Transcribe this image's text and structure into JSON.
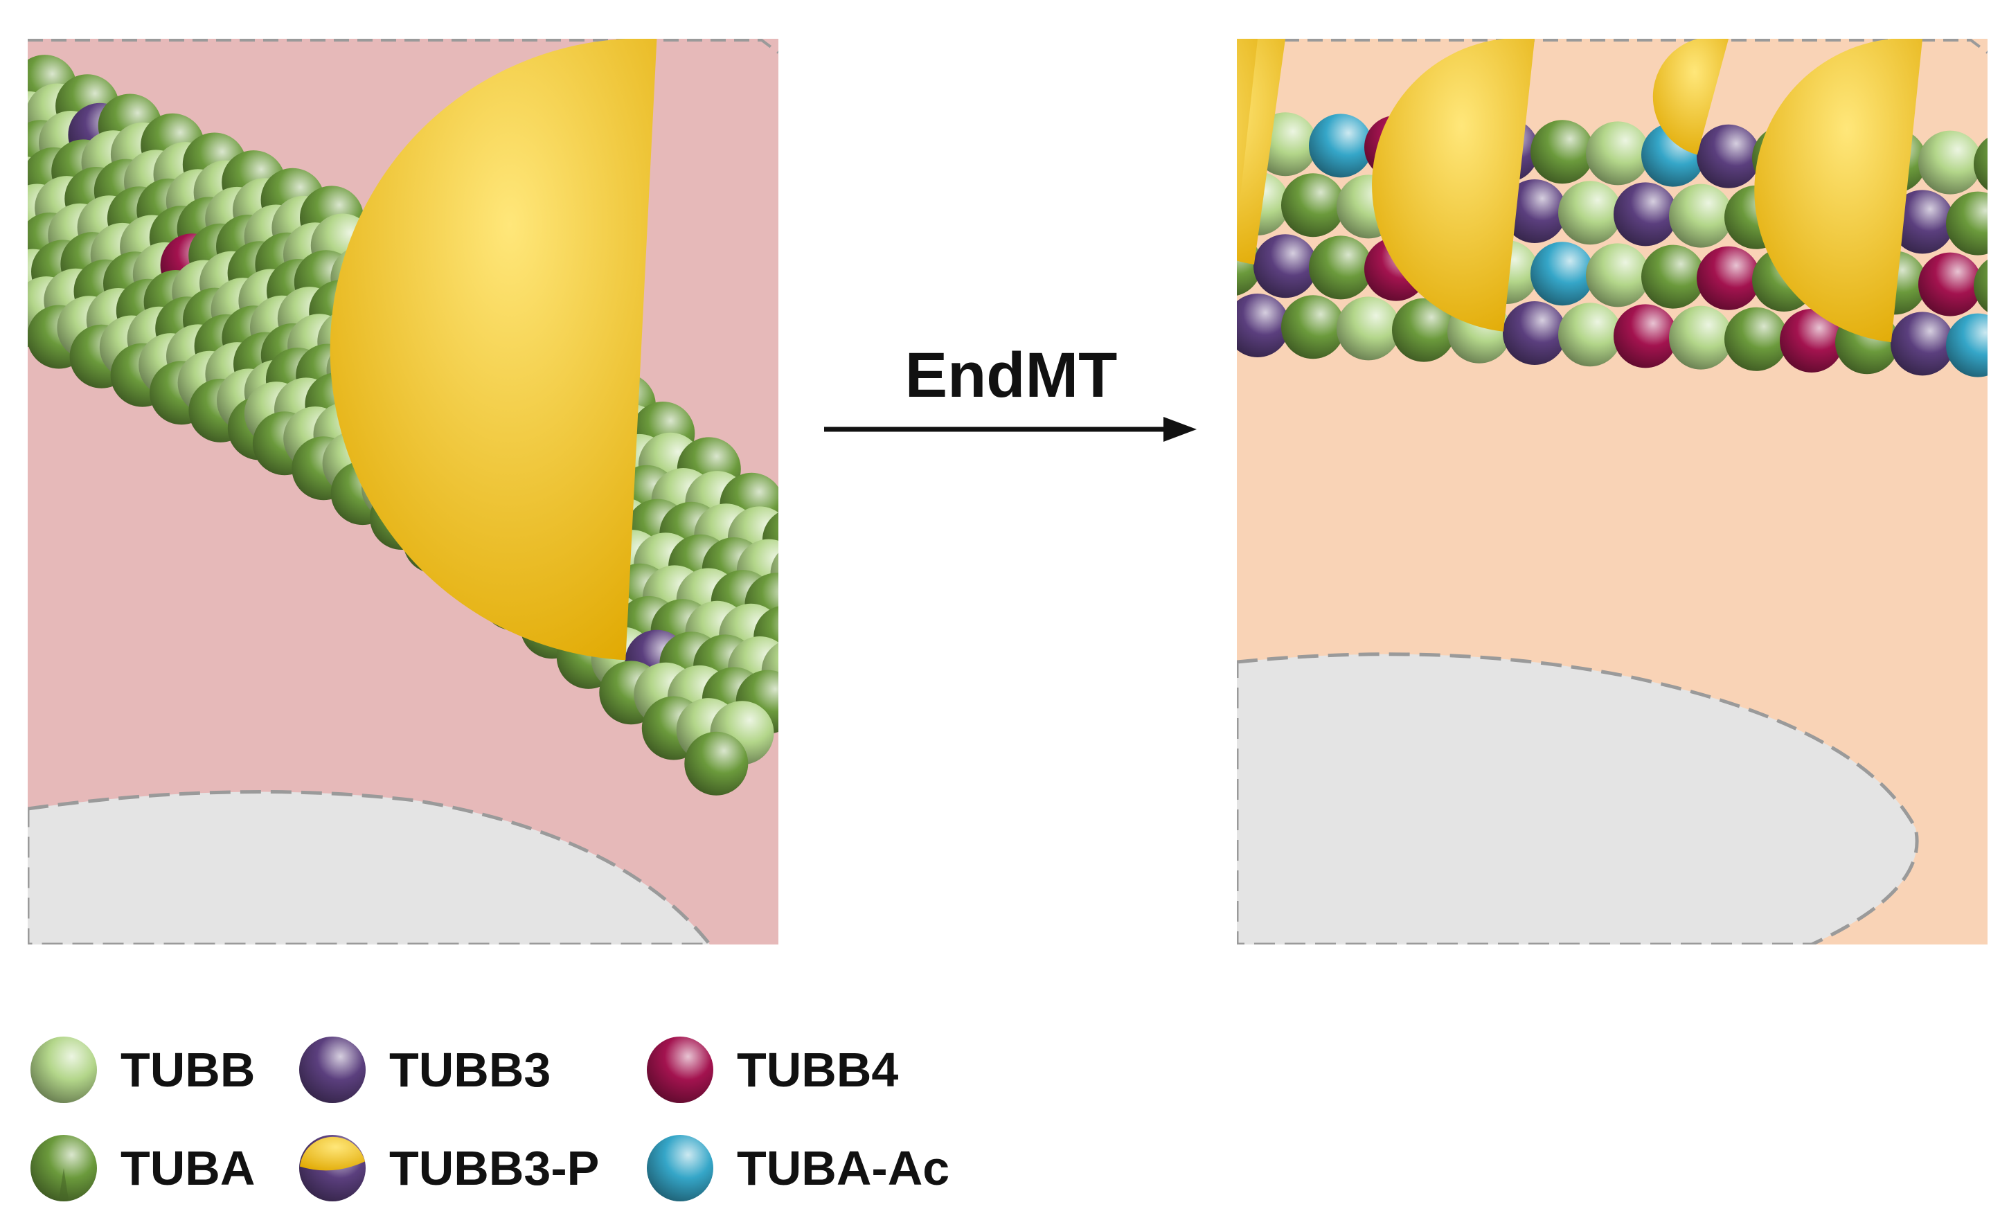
{
  "diagram": {
    "transition_label": "EndMT",
    "legend": [
      {
        "key": "tubb",
        "label": "TUBB",
        "color": "#b3d68a",
        "icon": "tubb-sphere-icon"
      },
      {
        "key": "tuba",
        "label": "TUBA",
        "color": "#6b9a3c",
        "icon": "tuba-sphere-icon"
      },
      {
        "key": "tubb3",
        "label": "TUBB3",
        "color": "#5b3f7e",
        "icon": "tubb3-sphere-icon"
      },
      {
        "key": "tubb3p",
        "label": "TUBB3-P",
        "color": "#f2c200",
        "icon": "tubb3-p-sphere-icon"
      },
      {
        "key": "tubb4",
        "label": "TUBB4",
        "color": "#a3134f",
        "icon": "tubb4-sphere-icon"
      },
      {
        "key": "tubaac",
        "label": "TUBA-Ac",
        "color": "#35a6c8",
        "icon": "tuba-ac-sphere-icon"
      }
    ],
    "panels": {
      "before": {
        "background": "#e6b9b9",
        "nucleus": "#e4e4e4"
      },
      "after": {
        "background": "#f9d3b6",
        "nucleus": "#e4e4e4"
      }
    }
  }
}
